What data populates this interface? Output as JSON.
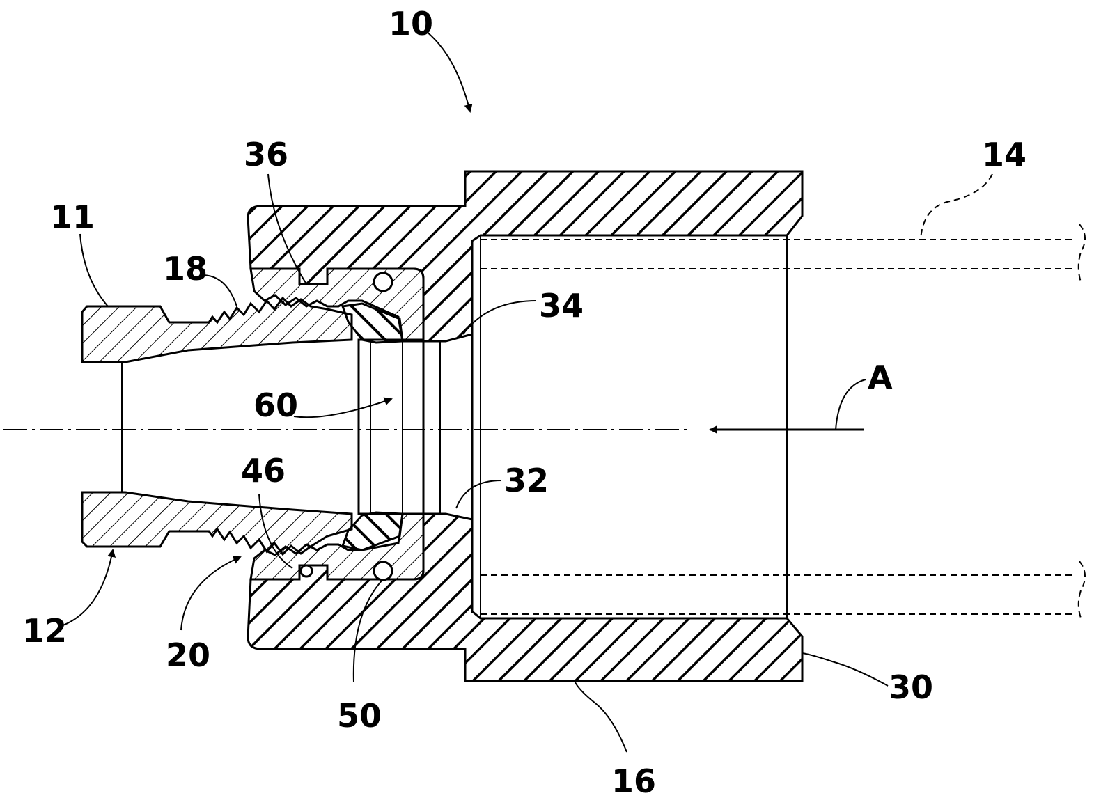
{
  "figure": {
    "reference_numerals": {
      "assembly": "10",
      "part_11": "11",
      "part_12": "12",
      "part_14": "14",
      "part_16": "16",
      "part_18": "18",
      "part_20": "20",
      "part_30": "30",
      "part_32": "32",
      "part_34": "34",
      "part_36": "36",
      "part_46": "46",
      "part_50": "50",
      "part_60": "60",
      "direction_arrow": "A"
    },
    "colors": {
      "line": "#000000",
      "background": "#ffffff"
    }
  }
}
